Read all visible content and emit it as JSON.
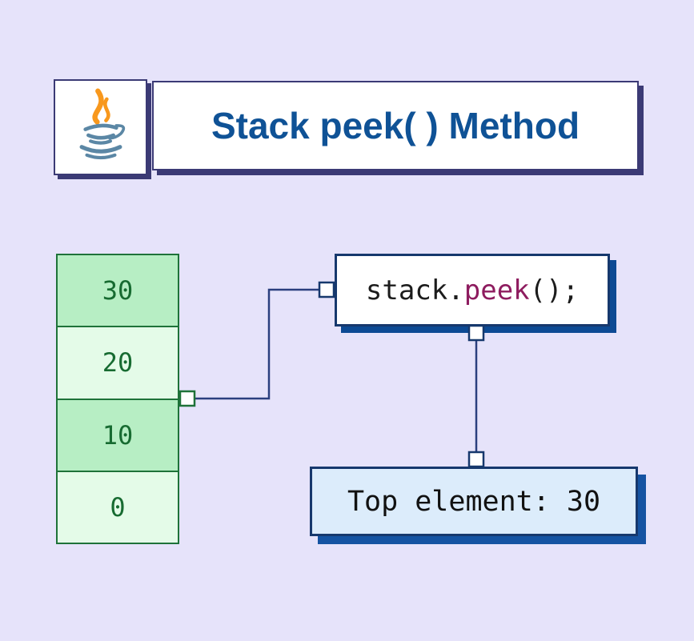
{
  "header": {
    "title": "Stack peek( ) Method",
    "logo_icon": "java-logo"
  },
  "stack": {
    "cells": [
      {
        "value": "30"
      },
      {
        "value": "20"
      },
      {
        "value": "10"
      },
      {
        "value": "0"
      }
    ]
  },
  "code_box": {
    "object": "stack.",
    "method": "peek",
    "args": "();"
  },
  "result_box": {
    "text": "Top element: 30"
  },
  "colors": {
    "background": "#e6e3fa",
    "header_border": "#3b3a75",
    "title_text": "#0f5296",
    "stack_border": "#1e7239",
    "stack_text": "#176b31",
    "stack_cell_dark": "#b7eec4",
    "stack_cell_light": "#e4fbe8",
    "code_border": "#16386d",
    "code_shadow": "#0d4a94",
    "code_text": "#1c1c1c",
    "code_method": "#8e1c5f",
    "result_fill": "#dcecfb",
    "result_shadow": "#1553a2",
    "connector_line": "#2b3f7e",
    "java_orange": "#f8981d",
    "java_blue": "#5b87a5"
  }
}
